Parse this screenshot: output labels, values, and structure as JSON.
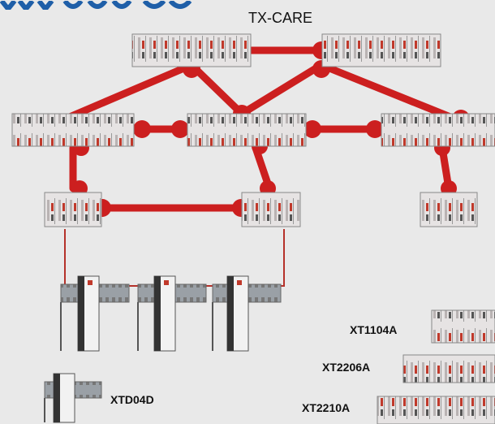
{
  "diagram": {
    "title": "TX-CARE",
    "legend": {
      "xt1104a": "XT1104A",
      "xt2206a": "XT2206A",
      "xt2210a": "XT2210A",
      "xtd04d": "XTD04D"
    },
    "colors": {
      "background": "#e9e9e9",
      "link": "#cc1f1f",
      "device_body": "#d9d9d9",
      "device_accent": "#c0392b"
    }
  }
}
